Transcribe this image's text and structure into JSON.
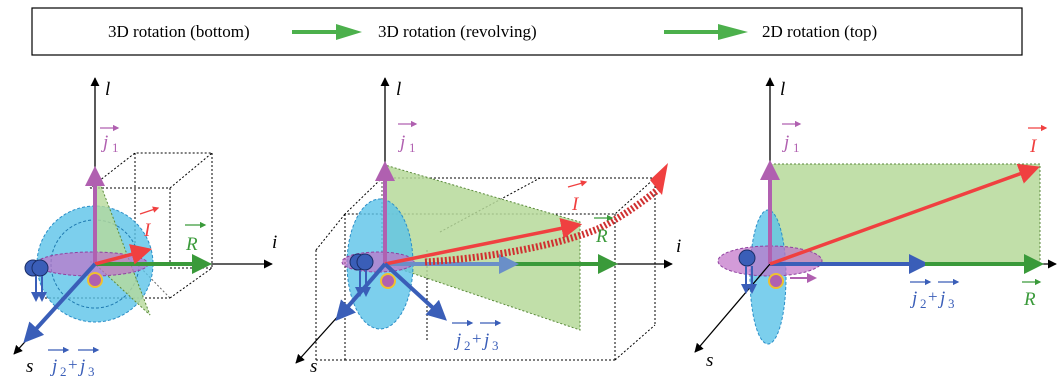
{
  "legend": {
    "stage1": "3D rotation (bottom)",
    "stage2": "3D rotation (revolving)",
    "stage3": "2D rotation (top)"
  },
  "labels": {
    "axis_l": "l",
    "axis_i": "i",
    "axis_s": "s",
    "vec_j1": "j",
    "vec_j1_sub": "1",
    "vec_I": "I",
    "vec_R": "R",
    "vec_j2": "j",
    "vec_j2_sub": "2",
    "plus": "+",
    "vec_j3": "j",
    "vec_j3_sub": "3"
  },
  "colors": {
    "stage_arrow": "#4cb04c",
    "j1": "#b060b0",
    "I": "#f04040",
    "R": "#3a9a3a",
    "j23": "#3a5eb8",
    "sphere_fill": "#5bc3e8",
    "plane_fill": "#b6d99a",
    "ellipse_magenta": "#c070c8"
  }
}
